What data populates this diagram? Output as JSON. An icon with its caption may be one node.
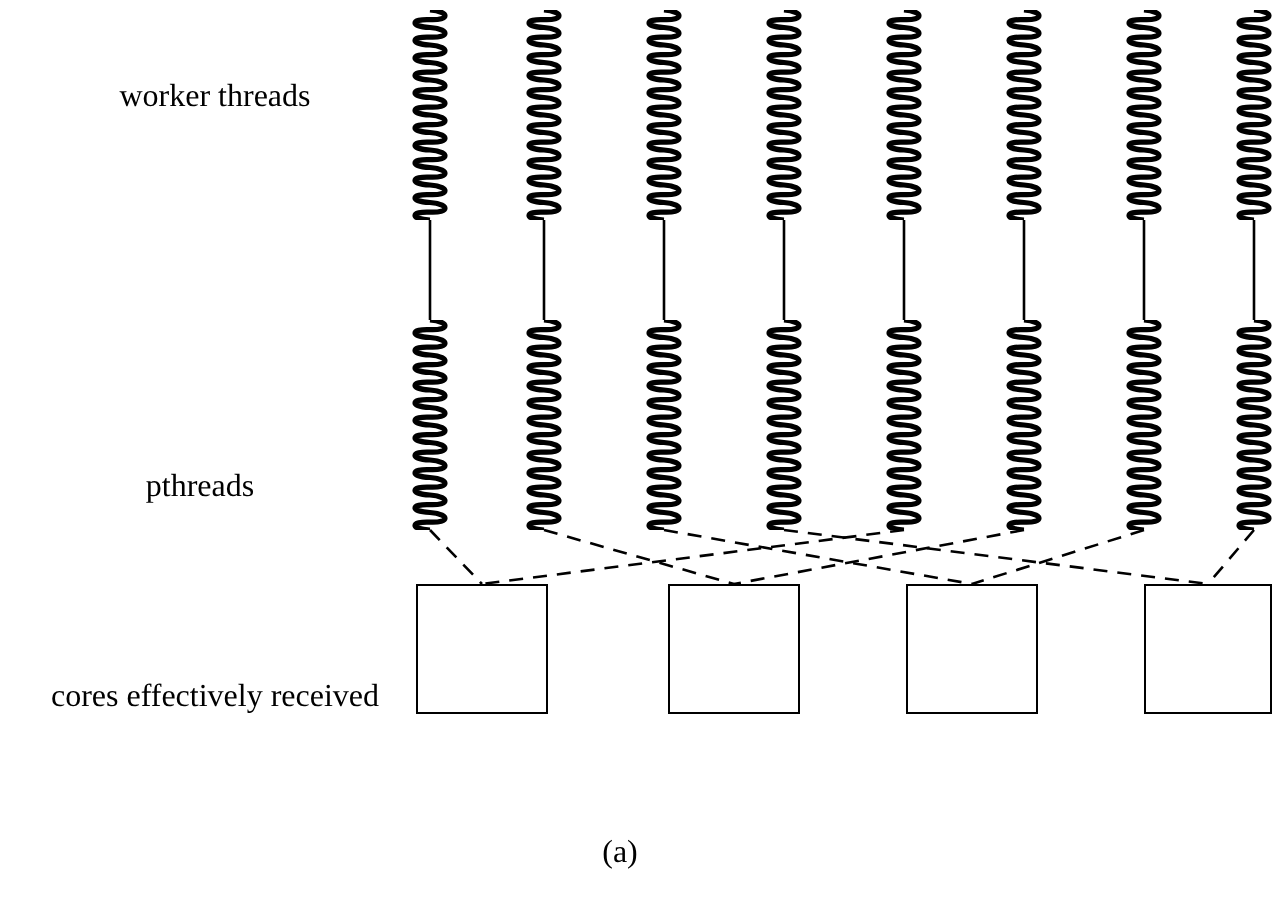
{
  "diagram": {
    "caption": "(a)",
    "nodes": [
      {
        "text": [],
        "shape": "spring"
      },
      {
        "text": [],
        "shape": "spring"
      },
      {
        "text": [],
        "shape": "spring"
      },
      {
        "text": [],
        "shape": "spring"
      },
      {
        "text": [],
        "shape": "spring"
      },
      {
        "text": [],
        "shape": "spring"
      },
      {
        "text": [],
        "shape": "spring"
      },
      {
        "text": [],
        "shape": "spring"
      },
      {
        "text": [],
        "shape": "spring"
      },
      {
        "text": [],
        "shape": "spring"
      },
      {
        "text": [],
        "shape": "spring"
      },
      {
        "text": [],
        "shape": "spring"
      },
      {
        "text": [],
        "shape": "spring"
      },
      {
        "text": [],
        "shape": "spring"
      },
      {
        "text": [],
        "shape": "spring"
      },
      {
        "text": [],
        "shape": "spring"
      },
      {
        "text": [],
        "shape": "box"
      },
      {
        "text": [],
        "shape": "box"
      },
      {
        "text": [],
        "shape": "box"
      },
      {
        "text": [],
        "shape": "box"
      }
    ],
    "edges": [
      {
        "from": 0,
        "to": 8,
        "arrow": "none"
      },
      {
        "from": 1,
        "to": 9,
        "arrow": "none"
      },
      {
        "from": 2,
        "to": 10,
        "arrow": "none"
      },
      {
        "from": 3,
        "to": 11,
        "arrow": "none"
      },
      {
        "from": 4,
        "to": 12,
        "arrow": "none"
      },
      {
        "from": 5,
        "to": 13,
        "arrow": "none"
      },
      {
        "from": 6,
        "to": 14,
        "arrow": "none"
      },
      {
        "from": 7,
        "to": 15,
        "arrow": "none"
      },
      {
        "from": 8,
        "to": 16,
        "arrow": "none",
        "style": "dashed"
      },
      {
        "from": 9,
        "to": 17,
        "arrow": "none",
        "style": "dashed"
      },
      {
        "from": 10,
        "to": 18,
        "arrow": "none",
        "style": "dashed"
      },
      {
        "from": 11,
        "to": 19,
        "arrow": "none",
        "style": "dashed"
      },
      {
        "from": 12,
        "to": 16,
        "arrow": "none",
        "style": "dashed"
      },
      {
        "from": 13,
        "to": 17,
        "arrow": "none",
        "style": "dashed"
      },
      {
        "from": 14,
        "to": 18,
        "arrow": "none",
        "style": "dashed"
      },
      {
        "from": 15,
        "to": 19,
        "arrow": "none",
        "style": "dashed"
      }
    ],
    "labels": [
      "worker threads",
      "pthreads",
      "cores effectively received"
    ]
  }
}
